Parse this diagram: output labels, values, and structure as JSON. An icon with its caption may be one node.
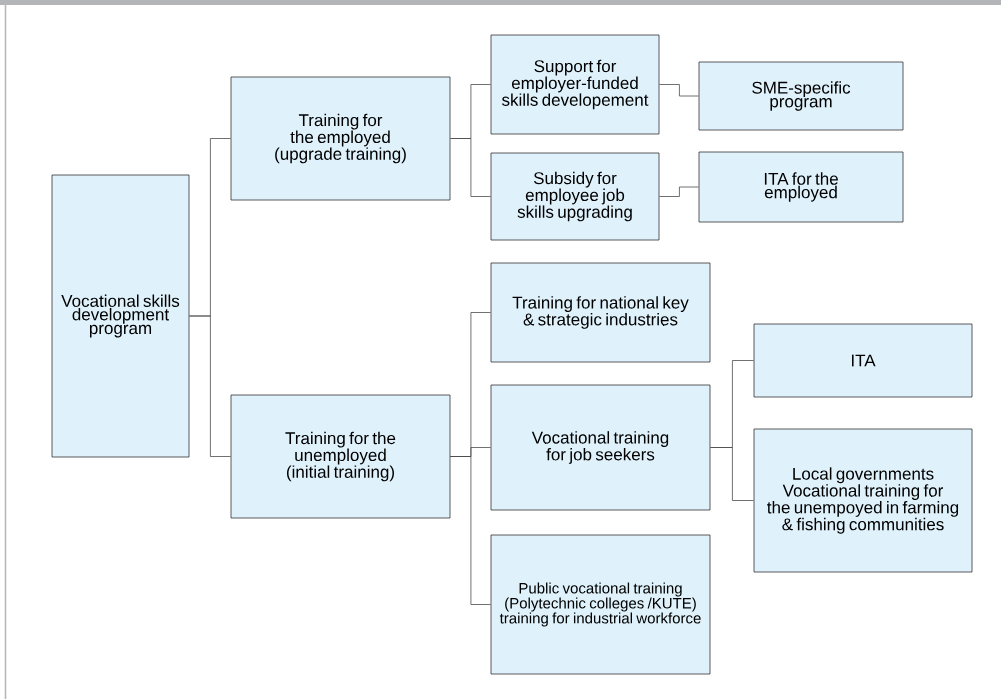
{
  "diagram": {
    "nodes": [
      {
        "text": [
          "Vocational skills development program"
        ]
      },
      {
        "text": [
          "Training for the employed (upgrade training)"
        ]
      },
      {
        "text": [
          "Support for employer-funded skills developement"
        ]
      },
      {
        "text": [
          "SME-specific program"
        ]
      },
      {
        "text": [
          "Subsidy for employee job skills upgrading"
        ]
      },
      {
        "text": [
          "ITA for the employed"
        ]
      },
      {
        "text": [
          "Training for the unemployed (initial training)"
        ]
      },
      {
        "text": [
          "Training for national key & strategic industries"
        ]
      },
      {
        "text": [
          "Vocational training for job seekers"
        ]
      },
      {
        "text": [
          "ITA"
        ]
      },
      {
        "text": [
          "Local governments Vocational training for the unempoyed in farming & fishing communities"
        ]
      },
      {
        "text": [
          "Public vocational training (Polytechnic colleges /KUTE) training for industrial workforce"
        ]
      }
    ],
    "edges": [
      {
        "from": 0,
        "to": 1,
        "arrow": "none"
      },
      {
        "from": 0,
        "to": 6,
        "arrow": "none"
      },
      {
        "from": 1,
        "to": 2,
        "arrow": "none"
      },
      {
        "from": 1,
        "to": 4,
        "arrow": "none"
      },
      {
        "from": 2,
        "to": 3,
        "arrow": "none"
      },
      {
        "from": 4,
        "to": 5,
        "arrow": "none"
      },
      {
        "from": 6,
        "to": 7,
        "arrow": "none"
      },
      {
        "from": 6,
        "to": 8,
        "arrow": "none"
      },
      {
        "from": 6,
        "to": 11,
        "arrow": "none"
      },
      {
        "from": 8,
        "to": 9,
        "arrow": "none"
      },
      {
        "from": 8,
        "to": 10,
        "arrow": "none"
      }
    ]
  }
}
